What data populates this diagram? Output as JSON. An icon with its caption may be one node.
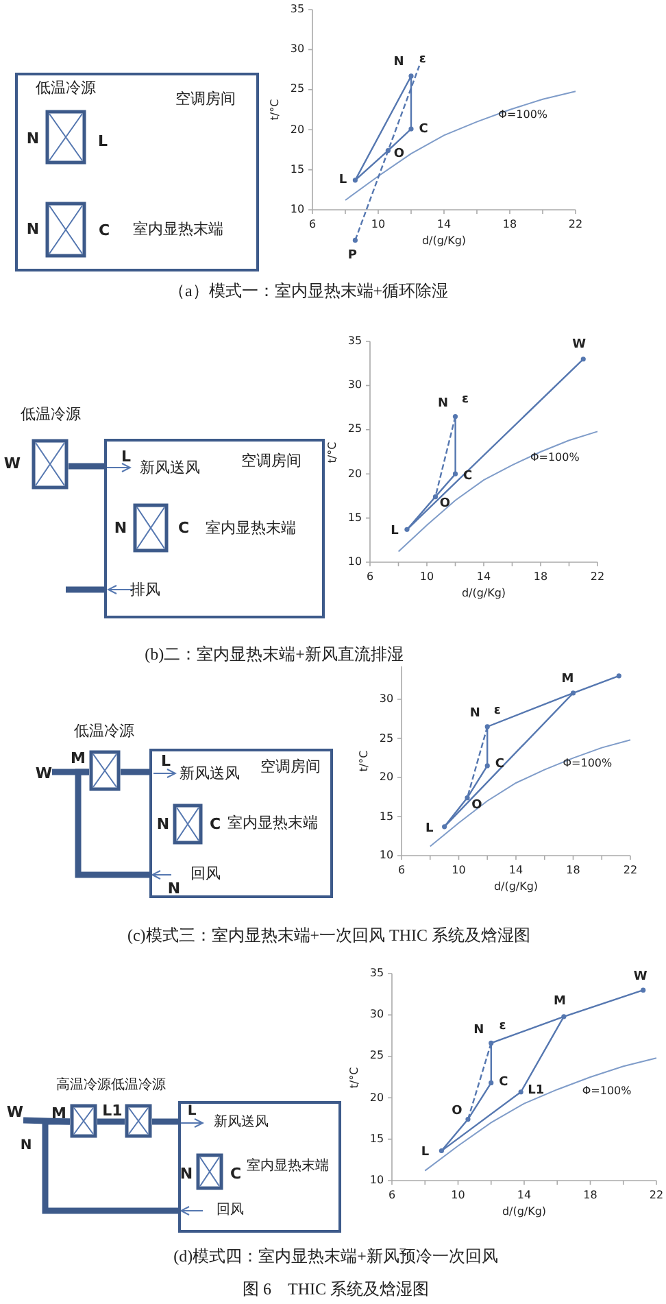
{
  "diagram": {
    "caption": "图 6　THIC 系统及焓湿图",
    "nodes": [
      {
        "text": [
          "空调房间"
        ]
      },
      {
        "text": [
          "低温冷源"
        ],
        "in": 0,
        "beside": [
          "N",
          "L"
        ]
      },
      {
        "text": [],
        "shape": "box",
        "in": 0,
        "beside": [
          "N",
          "C",
          "室内显热末端"
        ]
      },
      {
        "text": [
          "低温冷源"
        ],
        "beside": [
          "W"
        ]
      },
      {
        "text": [
          "空调房间"
        ]
      },
      {
        "text": [],
        "shape": "box",
        "in": 4,
        "beside": [
          "N",
          "C",
          "室内显热末端"
        ]
      },
      {
        "text": [
          "低温冷源"
        ],
        "beside": [
          "M"
        ]
      },
      {
        "text": [
          "空调房间"
        ]
      },
      {
        "text": [],
        "shape": "box",
        "in": 7,
        "beside": [
          "N",
          "C",
          "室内显热末端"
        ]
      },
      {
        "text": [
          "高温冷源"
        ],
        "beside": [
          "M"
        ]
      },
      {
        "text": [
          "低温冷源"
        ],
        "beside": [
          "L1"
        ]
      },
      {
        "text": [],
        "shape": "box"
      },
      {
        "text": [],
        "shape": "box",
        "in": 11,
        "beside": [
          "N",
          "C",
          "室内显热末端"
        ]
      },
      {
        "text": [
          "W"
        ]
      },
      {
        "text": [
          "W"
        ]
      }
    ],
    "edges": [
      {
        "from": 3,
        "to": 4,
        "arrow": "none"
      },
      {
        "from": 4,
        "to": null,
        "arrow": "none"
      },
      {
        "from": 13,
        "to": 6,
        "arrow": "none"
      },
      {
        "from": 6,
        "to": 7,
        "arrow": "none"
      },
      {
        "from": 7,
        "to": 6,
        "arrow": "none"
      },
      {
        "from": 14,
        "to": 9,
        "arrow": "none"
      },
      {
        "from": 9,
        "to": 10,
        "arrow": "none"
      },
      {
        "from": 10,
        "to": 11,
        "arrow": "none"
      },
      {
        "from": 11,
        "to": 9,
        "arrow": "none"
      }
    ],
    "labels": [
      "35",
      "30",
      "25",
      "20",
      "15",
      "10",
      "t/°C",
      "N",
      "ε",
      "C",
      "Φ=100%",
      "O",
      "L",
      "6",
      "10",
      "14",
      "18",
      "22",
      "d/(g/Kg)",
      "P",
      "（a）模式一：室内显热末端+循环除湿",
      "L",
      "新风送风",
      "排风",
      "35",
      "30",
      "25",
      "20",
      "15",
      "10",
      "t/°C",
      "W",
      "N",
      "ε",
      "C",
      "Φ=100%",
      "O",
      "L",
      "6",
      "10",
      "14",
      "18",
      "22",
      "d/(g/Kg)",
      "(b)二：室内显热末端+新风直流排湿",
      "L",
      "新风送风",
      "回风",
      "N",
      "30",
      "25",
      "20",
      "15",
      "10",
      "t/°C",
      "M",
      "N",
      "ε",
      "C",
      "Φ=100%",
      "O",
      "L",
      "6",
      "10",
      "14",
      "18",
      "22",
      "d/(g/Kg)",
      "(c)模式三：室内显热末端+一次回风 THIC 系统及焓湿图",
      "N",
      "L",
      "新风送风",
      "回风",
      "35",
      "30",
      "25",
      "20",
      "15",
      "10",
      "t/°C",
      "W",
      "M",
      "N",
      "ε",
      "C",
      "L1",
      "Φ=100%",
      "O",
      "L",
      "6",
      "10",
      "14",
      "18",
      "22",
      "d/(g/Kg)",
      "(d)模式四：室内显热末端+新风预冷一次回风"
    ]
  }
}
